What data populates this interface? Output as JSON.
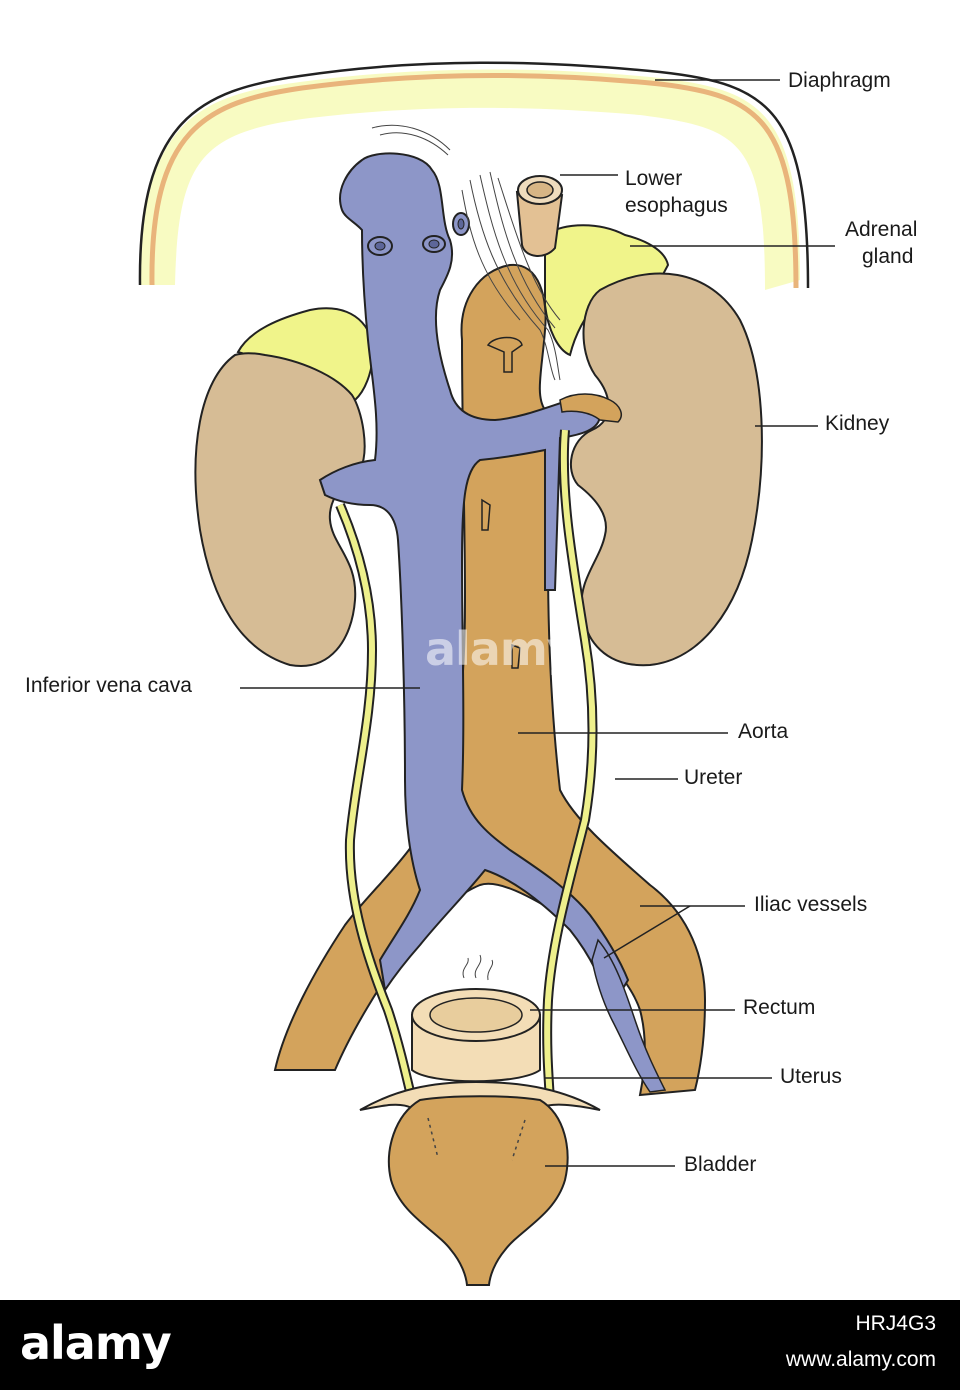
{
  "labels": {
    "diaphragm": "Diaphragm",
    "lower_esophagus_1": "Lower",
    "lower_esophagus_2": "esophagus",
    "adrenal_gland_1": "Adrenal",
    "adrenal_gland_2": "gland",
    "kidney": "Kidney",
    "inferior_vena_cava": "Inferior vena cava",
    "aorta": "Aorta",
    "ureter": "Ureter",
    "iliac_vessels": "Iliac vessels",
    "rectum": "Rectum",
    "uterus": "Uterus",
    "bladder": "Bladder"
  },
  "watermark": "alamy",
  "footer": {
    "brand": "alamy",
    "image_code": "HRJ4G3",
    "site": "www.alamy.com"
  },
  "colors": {
    "vein_blue": "#8d96c8",
    "aorta_tan": "#d3a35c",
    "kidney_tan": "#d6bc95",
    "adrenal_yellow": "#f0f48a",
    "ureter_yellow": "#eef08c",
    "diaphragm_orange": "#f2c58f",
    "diaphragm_glow": "#f8fbc2",
    "light_tan": "#f3ddb6"
  }
}
